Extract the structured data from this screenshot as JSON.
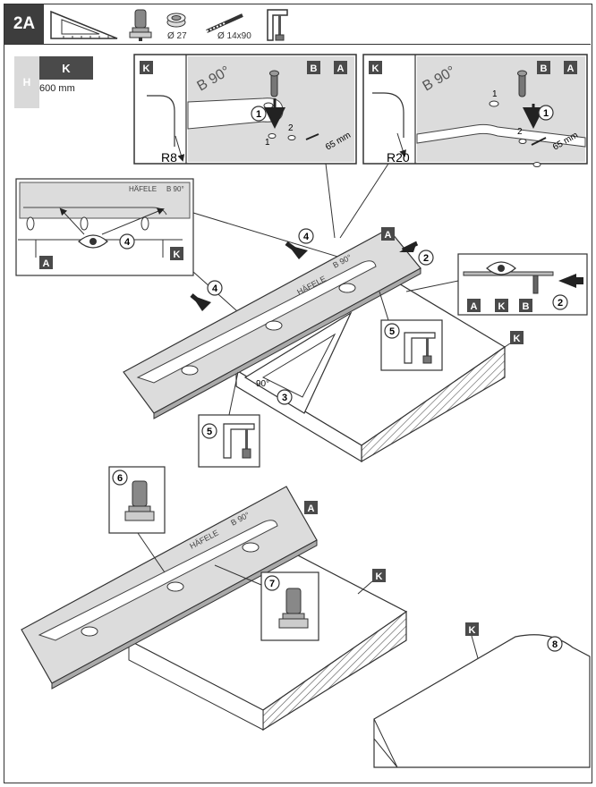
{
  "header": {
    "step": "2A",
    "icons": [
      "set-square-icon",
      "router-icon",
      "hinge-hole-icon",
      "drill-bit-icon",
      "clamp-icon"
    ],
    "drill_diameter": "Ø 27",
    "bit_size": "Ø 14x90"
  },
  "k_table": {
    "h_label": "H",
    "k_label": "K",
    "value": "600 mm"
  },
  "detail_left": {
    "part_k": "K",
    "radius": "R8",
    "part_b": "B",
    "part_a": "A",
    "template_text": "B 90°",
    "step": "1",
    "hole_1": "1",
    "hole_2": "2",
    "dim": "65 mm"
  },
  "detail_right": {
    "part_k": "K",
    "radius": "R20",
    "part_b": "B",
    "part_a": "A",
    "template_text": "B 90°",
    "step": "1",
    "hole_1": "1",
    "hole_2": "2",
    "dim": "65 mm"
  },
  "template_inset": {
    "brand": "HÄFELE",
    "model": "B 90°",
    "step": "4",
    "part_a": "A",
    "part_k": "K"
  },
  "main_assembly": {
    "part_a": "A",
    "part_k": "K",
    "brand": "HÄFELE",
    "model": "B 90°",
    "angle": "90°",
    "steps": [
      "4",
      "4",
      "2",
      "3",
      "5",
      "5"
    ]
  },
  "side_view": {
    "part_a": "A",
    "part_k": "K",
    "part_b": "B",
    "step": "2"
  },
  "routing_assembly": {
    "part_a": "A",
    "part_k": "K",
    "brand": "HÄFELE",
    "model": "B 90°",
    "steps": [
      "6",
      "7"
    ]
  },
  "finished_worktop": {
    "part_k": "K",
    "step": "8"
  }
}
